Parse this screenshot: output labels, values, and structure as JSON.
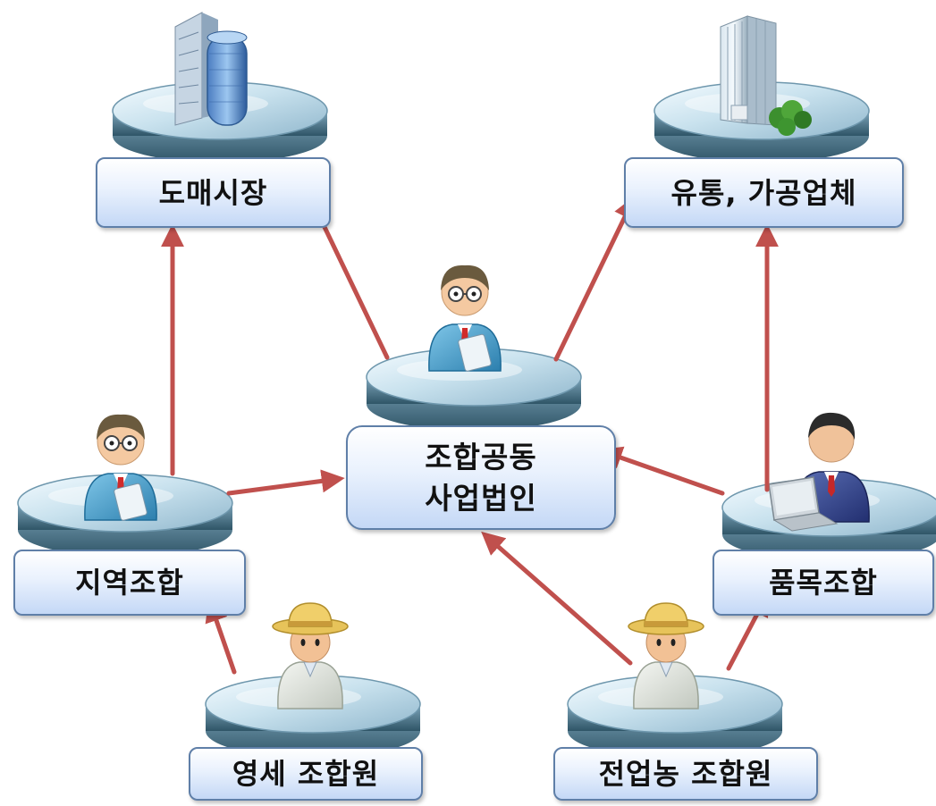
{
  "nodes": {
    "wholesale_market": "도매시장",
    "distribution_processing": "유통, 가공업체",
    "joint_corporation": {
      "line1": "조합공동",
      "line2": "사업법인"
    },
    "regional_coop": "지역조합",
    "item_coop": "품목조합",
    "small_member": "영세 조합원",
    "fulltime_member": "전업농 조합원"
  },
  "icons": {
    "wholesale_market": "office-building-icon",
    "distribution_processing": "tower-building-with-tree-icon",
    "joint_corporation": "businessman-glasses-icon",
    "regional_coop": "businessman-glasses-icon",
    "item_coop": "businessman-laptop-icon",
    "small_member": "farmer-straw-hat-icon",
    "fulltime_member": "farmer-straw-hat-icon"
  },
  "colors": {
    "arrow": "#c0504d",
    "label_border": "#5f7fa8",
    "platform": "#9cc0d6"
  }
}
